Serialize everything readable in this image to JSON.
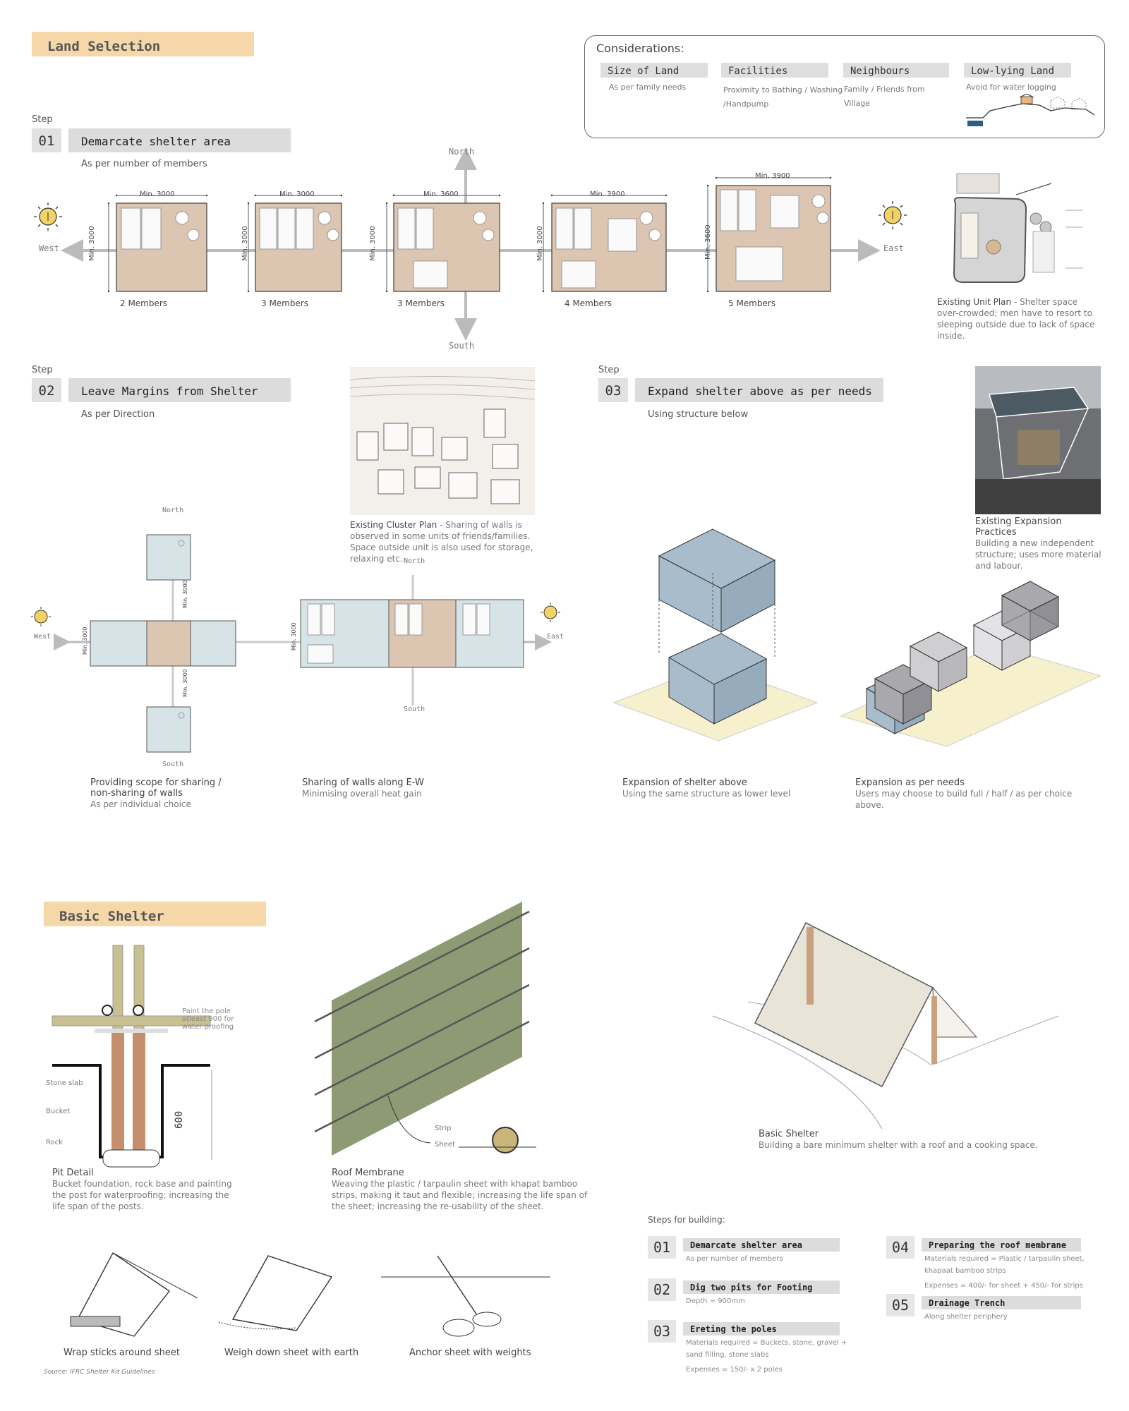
{
  "land_selection": {
    "title": "Land Selection",
    "considerations": {
      "heading": "Considerations:",
      "items": [
        {
          "label": "Size of Land",
          "desc": "As per family needs"
        },
        {
          "label": "Facilities",
          "desc": "Proximity to Bathing / Washing /Handpump"
        },
        {
          "label": "Neighbours",
          "desc": "Family / Friends from Village"
        },
        {
          "label": "Low-lying Land",
          "desc": "Avoid  for water logging"
        }
      ]
    },
    "step01": {
      "step_label": "Step",
      "number": "01",
      "title": "Demarcate shelter area",
      "subtitle": "As per number of members",
      "north": "North",
      "south": "South",
      "west": "West",
      "east": "East",
      "units": [
        {
          "width_label": "Min. 3000",
          "height_label": "Min. 3000",
          "members": "2 Members"
        },
        {
          "width_label": "Min. 3000",
          "height_label": "Min. 3000",
          "members": "3 Members"
        },
        {
          "width_label": "Min. 3600",
          "height_label": "Min. 3000",
          "members": "3 Members"
        },
        {
          "width_label": "Min. 3900",
          "height_label": "Min. 3000",
          "members": "4 Members"
        },
        {
          "width_label": "Min. 3900",
          "height_label": "Min. 3600",
          "members": "5 Members"
        }
      ],
      "existing_unit_title": "Existing Unit Plan",
      "existing_unit_text": " - Shelter space over-crowded; men have to resort to sleeping outside due to lack of space inside."
    },
    "step02": {
      "step_label": "Step",
      "number": "02",
      "title": "Leave Margins from Shelter",
      "subtitle": "As per Direction",
      "cluster_title": "Existing Cluster Plan",
      "cluster_text": " - Sharing of walls is observed in some units of friends/families. Space outside unit is also used for storage, relaxing etc.",
      "cross_north": "North",
      "cross_south": "South",
      "cross_west": "West",
      "row_north": "North",
      "row_south": "South",
      "row_east": "East",
      "dim_3000": "Min. 3000",
      "cap1_title": "Providing scope for sharing / non-sharing of walls",
      "cap1_text": "As per individual choice",
      "cap2_title": "Sharing of walls along E-W",
      "cap2_text": "Minimising overall heat gain"
    },
    "step03": {
      "step_label": "Step",
      "number": "03",
      "title": "Expand shelter above as per needs",
      "subtitle": "Using structure below",
      "practice_title": "Existing Expansion Practices",
      "practice_text": "Building a new independent structure; uses more material and labour.",
      "cap1_title": "Expansion of shelter above",
      "cap1_text": "Using the same structure as lower level",
      "cap2_title": "Expansion as per needs",
      "cap2_text": "Users may choose to build full / half / as per choice above."
    }
  },
  "basic_shelter": {
    "title": "Basic Shelter",
    "pit": {
      "note_paint": "Paint the pole atleast 900 for water proofing",
      "stone_slab": "Stone slab",
      "bucket": "Bucket",
      "rock": "Rock",
      "depth": "600",
      "title": "Pit Detail",
      "text": "Bucket foundation, rock base and painting the post for waterproofing; increasing the life span of the posts."
    },
    "roof": {
      "strip": "Strip",
      "sheet": "Sheet",
      "title": "Roof Membrane",
      "text": "Weaving the plastic / tarpaulin sheet with khapat bamboo strips, making it taut and flexible; increasing the life span of the sheet; increasing the re-usability of the sheet."
    },
    "shelter": {
      "title": "Basic Shelter",
      "text": "Building a bare minimum shelter with a roof and a cooking space."
    },
    "methods": [
      {
        "caption": "Wrap sticks around sheet"
      },
      {
        "caption": "Weigh down sheet with earth"
      },
      {
        "caption": "Anchor sheet with weights"
      }
    ],
    "source": "Source: IFRC Shelter Kit Guidelines",
    "steps_heading": "Steps for building:",
    "steps": [
      {
        "number": "01",
        "title": "Demarcate shelter area",
        "lines": [
          "As per number of members"
        ]
      },
      {
        "number": "02",
        "title": "Dig two pits for Footing",
        "lines": [
          "Depth = 900mm"
        ]
      },
      {
        "number": "03",
        "title": "Ereting the poles",
        "lines": [
          "Materials required = Buckets, stone, gravel +",
          "sand filling, stone slabs",
          "Expenses = 150/- x 2 poles"
        ]
      },
      {
        "number": "04",
        "title": "Preparing the roof membrane",
        "lines": [
          "Materials required = Plastic / tarpaulin sheet,",
          "khapaat bamboo strips",
          "Expenses = 400/- for sheet + 450/- for strips"
        ]
      },
      {
        "number": "05",
        "title": "Drainage Trench",
        "lines": [
          "Along shelter periphery"
        ]
      }
    ]
  },
  "colors": {
    "section_accent": "#f5d7aa",
    "unit_fill": "#dcc5b1",
    "shared_fill": "#d6e4e7",
    "box_blue": "#a9bccb",
    "ground": "#f6f0cc",
    "sheet_green": "#8e9a73"
  }
}
